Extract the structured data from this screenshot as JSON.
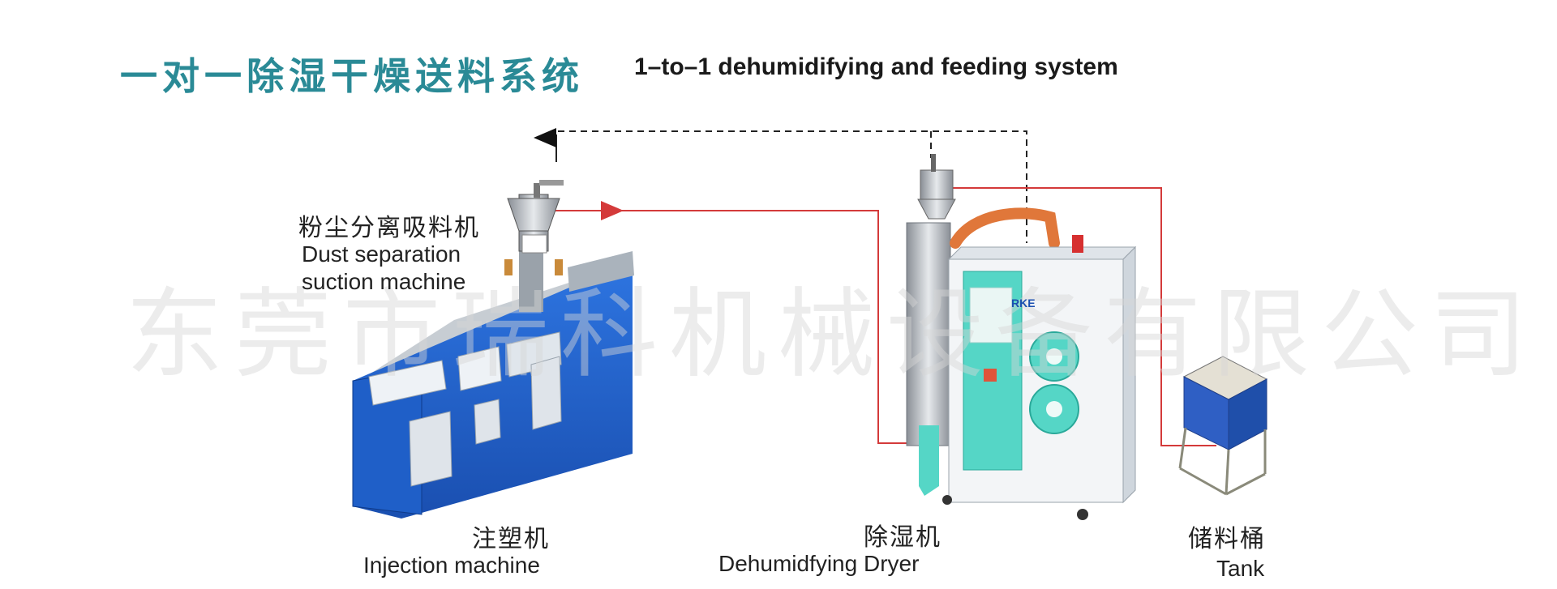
{
  "title": {
    "cn": "一对一除湿干燥送料系统",
    "en": "1–to–1 dehumidifying and feeding system"
  },
  "components": {
    "dust_separator": {
      "cn": "粉尘分离吸料机",
      "en_line1": "Dust separation",
      "en_line2": "suction machine"
    },
    "injection_machine": {
      "cn": "注塑机",
      "en": "Injection machine"
    },
    "dryer": {
      "cn": "除湿机",
      "en": "Dehumidfying Dryer",
      "brand": "RKE"
    },
    "tank": {
      "cn": "储料桶",
      "en": "Tank"
    }
  },
  "watermark": "东莞市瑞科机械设备有限公司",
  "colors": {
    "title_teal": "#2a8a96",
    "flow_red": "#d43a3a",
    "machine_blue": "#1f5fc8",
    "dryer_cyan": "#55d6c6",
    "dashed_line": "#222222"
  }
}
